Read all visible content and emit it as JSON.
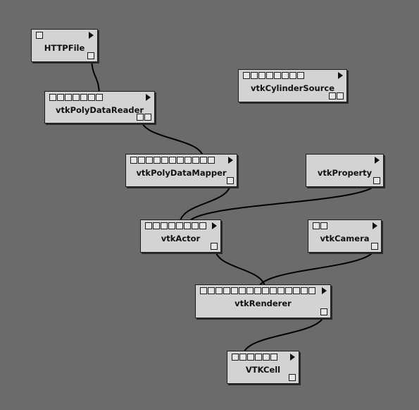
{
  "modules": [
    {
      "id": "httpfile",
      "name": "HTTPFile",
      "inputs": 1,
      "outputs": 1
    },
    {
      "id": "reader",
      "name": "vtkPolyDataReader",
      "inputs": 7,
      "outputs": 2
    },
    {
      "id": "cylinder",
      "name": "vtkCylinderSource",
      "inputs": 8,
      "outputs": 2
    },
    {
      "id": "mapper",
      "name": "vtkPolyDataMapper",
      "inputs": 11,
      "outputs": 1
    },
    {
      "id": "property",
      "name": "vtkProperty",
      "inputs": 0,
      "outputs": 1
    },
    {
      "id": "actor",
      "name": "vtkActor",
      "inputs": 8,
      "outputs": 1
    },
    {
      "id": "camera",
      "name": "vtkCamera",
      "inputs": 2,
      "outputs": 1
    },
    {
      "id": "renderer",
      "name": "vtkRenderer",
      "inputs": 15,
      "outputs": 1
    },
    {
      "id": "cell",
      "name": "VTKCell",
      "inputs": 6,
      "outputs": 1
    }
  ],
  "connections": [
    {
      "from": "httpfile",
      "from_port": 0,
      "to": "reader",
      "to_port": 6
    },
    {
      "from": "reader",
      "from_port": 0,
      "to": "mapper",
      "to_port": 9
    },
    {
      "from": "mapper",
      "from_port": 0,
      "to": "actor",
      "to_port": 4
    },
    {
      "from": "property",
      "from_port": 0,
      "to": "actor",
      "to_port": 5
    },
    {
      "from": "actor",
      "from_port": 0,
      "to": "renderer",
      "to_port": 8
    },
    {
      "from": "camera",
      "from_port": 0,
      "to": "renderer",
      "to_port": 7
    },
    {
      "from": "renderer",
      "from_port": 0,
      "to": "cell",
      "to_port": 1
    }
  ]
}
